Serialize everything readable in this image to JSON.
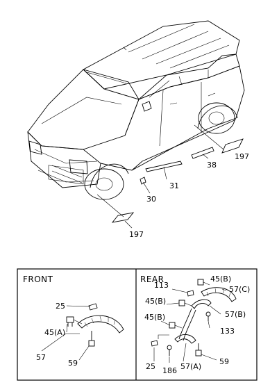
{
  "top_view": {
    "callouts": {
      "c197_rear": "197",
      "c38": "38",
      "c31": "31",
      "c30": "30",
      "c197_front": "197"
    }
  },
  "front_panel": {
    "title": "FRONT",
    "callouts": {
      "c25": "25",
      "c45a": "45(A)",
      "c57": "57",
      "c59": "59"
    }
  },
  "rear_panel": {
    "title": "REAR",
    "callouts": {
      "c113": "113",
      "c45b_top": "45(B)",
      "c57c": "57(C)",
      "c45b_mid": "45(B)",
      "c57b": "57(B)",
      "c45b_low": "45(B)",
      "c133": "133",
      "c25": "25",
      "c186": "186",
      "c57a": "57(A)",
      "c59": "59"
    }
  }
}
